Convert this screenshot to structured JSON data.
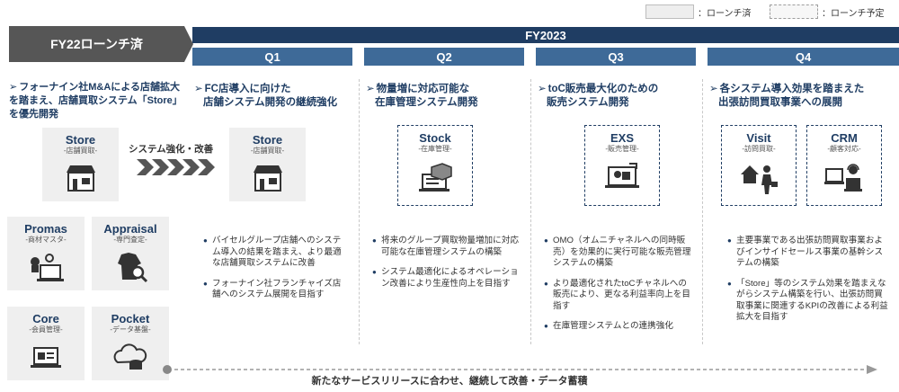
{
  "legend": {
    "launched": "：ローンチ済",
    "planned": "：ローンチ予定"
  },
  "fy22": {
    "label": "FY22ローンチ済",
    "heading": "フォーナイン社M&Aによる店舗拡大を踏まえ、店舗買取システム「Store」を優先開発",
    "store": {
      "title": "Store",
      "sub": "-店舗買取-"
    },
    "arrow_label": "システム強化・改善",
    "others": [
      {
        "title": "Promas",
        "sub": "-商材マスタ-"
      },
      {
        "title": "Appraisal",
        "sub": "-専門査定-"
      },
      {
        "title": "Core",
        "sub": "-会員管理-"
      },
      {
        "title": "Pocket",
        "sub": "-データ基盤-"
      }
    ]
  },
  "fy23": {
    "label": "FY2023"
  },
  "quarters": [
    {
      "label": "Q1",
      "heading_lines": [
        "FC店導入に向けた",
        "店舗システム開発の継続強化"
      ],
      "cards": [
        {
          "title": "Store",
          "sub": "-店舗買取-"
        }
      ],
      "bullets": [
        "バイセルグループ店舗へのシステム導入の結果を踏まえ、より最適な店舗買取システムに改善",
        "フォーナイン社フランチャイズ店舗へのシステム展開を目指す"
      ]
    },
    {
      "label": "Q2",
      "heading_lines": [
        "物量増に対応可能な",
        "在庫管理システム開発"
      ],
      "cards": [
        {
          "title": "Stock",
          "sub": "-在庫管理-"
        }
      ],
      "bullets": [
        "将来のグループ買取物量増加に対応可能な在庫管理システムの構築",
        "システム最適化によるオペレーション改善により生産性向上を目指す"
      ]
    },
    {
      "label": "Q3",
      "heading_lines": [
        "toC販売最大化のための",
        "販売システム開発"
      ],
      "cards": [
        {
          "title": "EXS",
          "sub": "-販売管理-"
        }
      ],
      "bullets": [
        "OMO（オムニチャネルへの同時販売）を効果的に実行可能な販売管理システムの構築",
        "より最適化されたtoCチャネルへの販売により、更なる利益率向上を目指す",
        "在庫管理システムとの連携強化"
      ]
    },
    {
      "label": "Q4",
      "heading_lines": [
        "各システム導入効果を踏まえた",
        "出張訪問買取事業への展開"
      ],
      "cards": [
        {
          "title": "Visit",
          "sub": "-訪問買取-"
        },
        {
          "title": "CRM",
          "sub": "-顧客対応-"
        }
      ],
      "bullets": [
        "主要事業である出張訪問買取事業およびインサイドセールス事業の基幹システムの構築",
        "「Store」等のシステム効果を踏まえながらシステム構築を行い、出張訪問買取事業に関連するKPIの改善による利益拡大を目指す"
      ]
    }
  ],
  "bottom": "新たなサービスリリースに合わせ、継続して改善・データ蓄積"
}
